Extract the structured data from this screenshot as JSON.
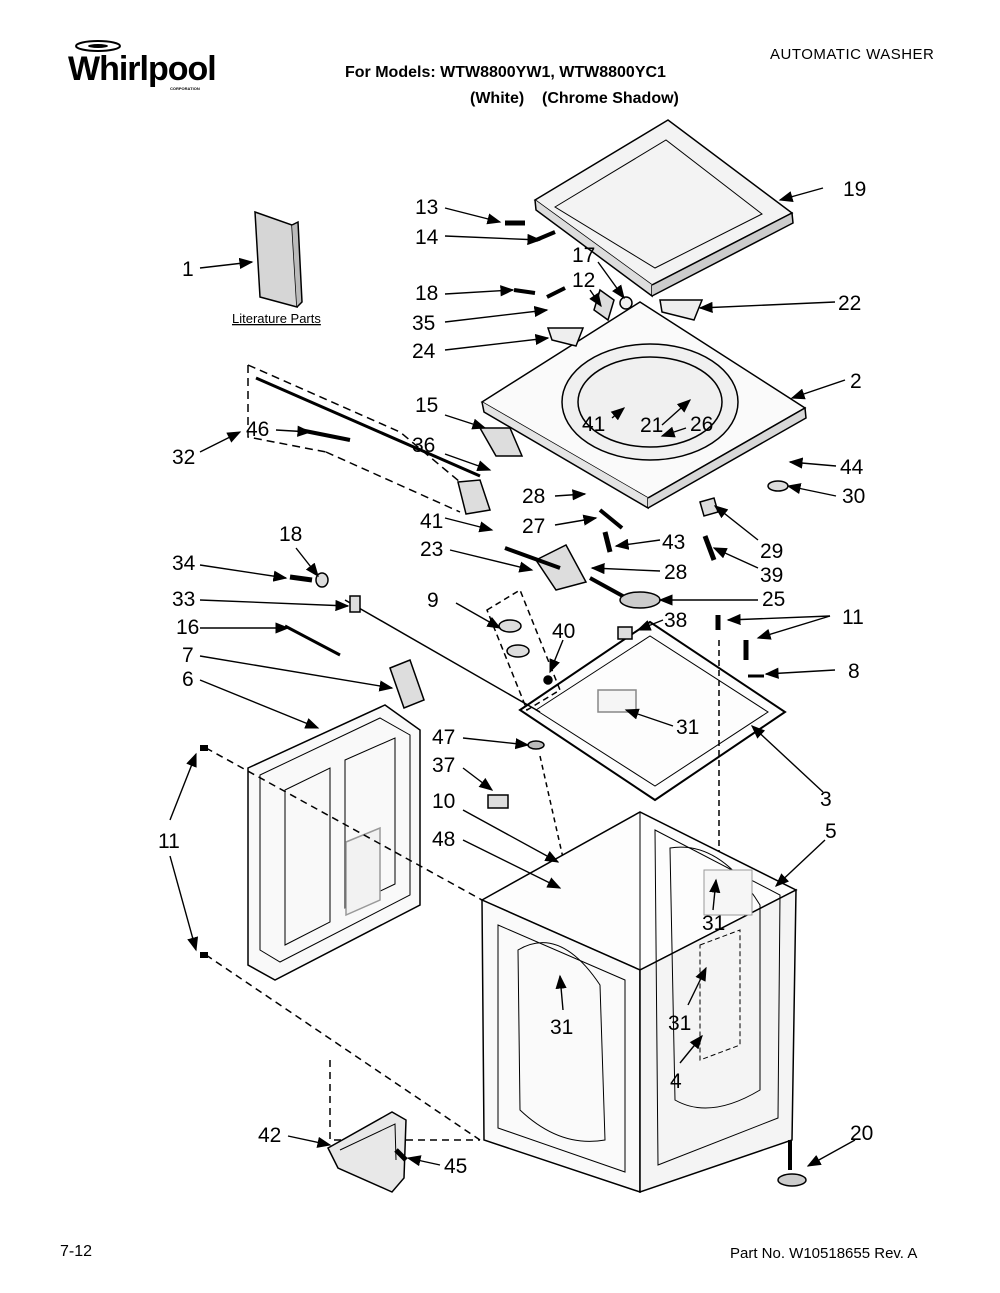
{
  "header": {
    "brand": "Whirlpool",
    "brand_sub": "CORPORATION",
    "category": "AUTOMATIC WASHER",
    "models_line": "For Models: WTW8800YW1, WTW8800YC1",
    "color_white": "(White)",
    "color_chrome": "(Chrome Shadow)"
  },
  "footer": {
    "page": "7-12",
    "part_no": "Part No. W10518655 Rev. A"
  },
  "literature_label": "Literature Parts",
  "callouts": {
    "c1": "1",
    "c2": "2",
    "c3": "3",
    "c4": "4",
    "c5": "5",
    "c6": "6",
    "c7": "7",
    "c8": "8",
    "c9": "9",
    "c10": "10",
    "c11": "11",
    "c12": "12",
    "c13": "13",
    "c14": "14",
    "c15": "15",
    "c16": "16",
    "c17": "17",
    "c18": "18",
    "c19": "19",
    "c20": "20",
    "c21": "21",
    "c22": "22",
    "c23": "23",
    "c24": "24",
    "c25": "25",
    "c26": "26",
    "c27": "27",
    "c28": "28",
    "c29": "29",
    "c30": "30",
    "c31": "31",
    "c32": "32",
    "c33": "33",
    "c34": "34",
    "c35": "35",
    "c36": "36",
    "c37": "37",
    "c38": "38",
    "c39": "39",
    "c40": "40",
    "c41": "41",
    "c42": "42",
    "c43": "43",
    "c44": "44",
    "c45": "45",
    "c46": "46",
    "c47": "47",
    "c48": "48"
  }
}
